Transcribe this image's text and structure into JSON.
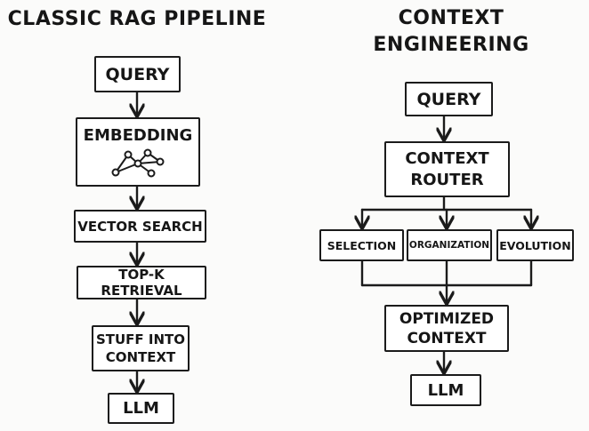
{
  "left": {
    "title": "CLASSIC RAG PIPELINE",
    "steps": {
      "query": "QUERY",
      "embedding": "EMBEDDING",
      "vector_search": "VECTOR SEARCH",
      "topk": "TOP-K RETRIEVAL",
      "stuff_line1": "STUFF INTO",
      "stuff_line2": "CONTEXT",
      "llm": "LLM"
    }
  },
  "right": {
    "title_line1": "CONTEXT",
    "title_line2": "ENGINEERING",
    "steps": {
      "query": "QUERY",
      "router_line1": "CONTEXT",
      "router_line2": "ROUTER",
      "selection": "SELECTION",
      "organization": "ORGANIZATION",
      "evolution": "EVOLUTION",
      "optimized_line1": "OPTIMIZED",
      "optimized_line2": "CONTEXT",
      "llm": "LLM"
    }
  },
  "colors": {
    "ink": "#161616",
    "background": "#fbfbfa"
  },
  "icons": {
    "embedding": "network-graph-icon"
  }
}
